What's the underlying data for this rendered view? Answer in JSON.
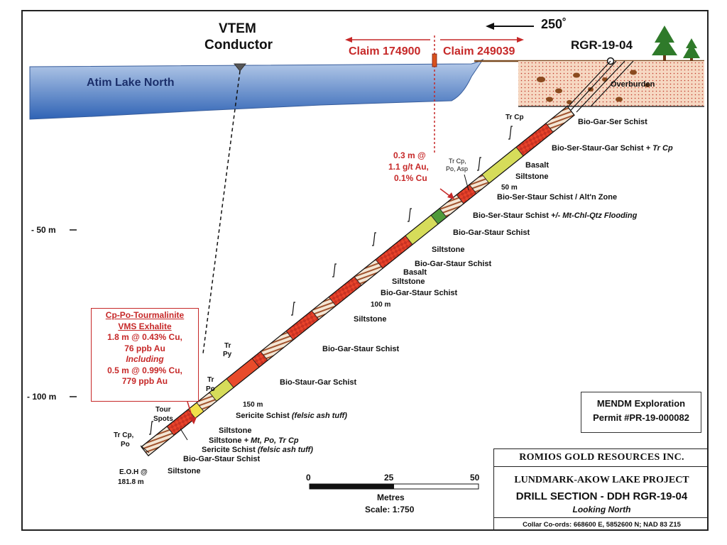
{
  "conductor": {
    "line1": "VTEM",
    "line2": "Conductor"
  },
  "lake": {
    "name": "Atim Lake North"
  },
  "claims": {
    "left": "Claim 174900",
    "right": "Claim 249039"
  },
  "bearing": {
    "label": "250˚"
  },
  "hole": {
    "id": "RGR-19-04"
  },
  "overburden": {
    "label": "Overburden"
  },
  "depth_scale": {
    "ticks": [
      "- 50 m",
      "- 100 m"
    ]
  },
  "intercept_upper": {
    "line1": "0.3 m @",
    "line2": "1.1 g/t Au,",
    "line3": "0.1% Cu"
  },
  "vms_box": {
    "line1": "Cp-Po-Tourmalinite",
    "line2": "VMS Exhalite",
    "line3": "1.8 m @ 0.43% Cu,",
    "line4": "76 ppb Au",
    "line5": "Including",
    "line6": "0.5 m @ 0.99% Cu,",
    "line7": "779 ppb Au"
  },
  "mineral_notes": {
    "tr_cp_top": "Tr Cp",
    "tr_cp_po_asp": [
      "Tr Cp,",
      "Po, Asp"
    ],
    "tr_py": [
      "Tr",
      "Py"
    ],
    "tr_po": [
      "Tr",
      "Po"
    ],
    "tour_spots": [
      "Tour",
      "Spots"
    ],
    "tr_cp_po_bottom": [
      "Tr Cp,",
      "Po"
    ]
  },
  "depth_marks": {
    "m50": "50 m",
    "m100": "100 m",
    "m150": "150 m"
  },
  "units": {
    "u1": "Bio-Gar-Ser  Schist",
    "u2": "Bio-Ser-Staur-Gar Schist",
    "u2_suffix": "+ Tr Cp",
    "u3": "Basalt",
    "u4": "Siltstone",
    "u5": "Bio-Ser-Staur Schist / Alt'n Zone",
    "u6": "Bio-Ser-Staur Schist",
    "u6_suffix": "+/- Mt-Chl-Qtz Flooding",
    "u7": "Bio-Gar-Staur Schist",
    "u8": "Siltstone",
    "u9": "Bio-Gar-Staur Schist",
    "u10": "Basalt",
    "u11": "Siltstone",
    "u12": "Bio-Gar-Staur Schist",
    "u13": "Siltstone",
    "u14": "Bio-Gar-Staur  Schist",
    "u15": "Bio-Staur-Gar  Schist",
    "u16": "Sericite Schist",
    "u16_suffix": "(felsic ash tuff)",
    "u17": "Siltstone",
    "u18": "Siltstone",
    "u18_suffix": "+ Mt, Po, Tr Cp",
    "u19": "Sericite Schist",
    "u19_suffix": "(felsic ash tuff)",
    "u20": "Bio-Gar-Staur  Schist",
    "u21": "Siltstone"
  },
  "eoh": {
    "line1": "E.O.H @",
    "line2": "181.8 m"
  },
  "permit": {
    "line1": "MENDM Exploration",
    "line2": "Permit #PR-19-000082"
  },
  "scale_bar": {
    "ticks": [
      "0",
      "25",
      "50"
    ],
    "unit": "Metres",
    "ratio": "Scale: 1:750"
  },
  "title_block": {
    "company": "ROMIOS GOLD RESOURCES INC.",
    "project": "LUNDMARK-AKOW LAKE PROJECT",
    "section": "DRILL SECTION - DDH RGR-19-04",
    "looking": "Looking North",
    "coords": "Collar Co-ords: 668600 E, 5852600 N;  NAD 83 Z15"
  },
  "colors": {
    "lake_top": "#9cb8e0",
    "lake_bottom": "#2f63b5",
    "claim_red": "#c62828",
    "overburden": "#f3c9a8",
    "pebble": "#8a4a1e",
    "schist_red": "#e84b2a",
    "yellow_zone": "#d6dc5a",
    "basalt_green": "#4f9a3a"
  }
}
